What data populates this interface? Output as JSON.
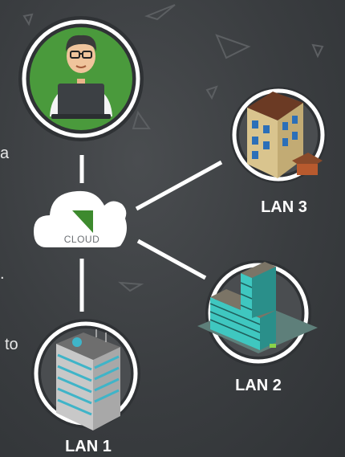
{
  "edge_text": [
    "a",
    ".",
    "to"
  ],
  "nodes": {
    "cloud": {
      "label": "CLOUD"
    },
    "lan3": {
      "label": "LAN 3"
    },
    "lan2": {
      "label": "LAN 2"
    },
    "lan1": {
      "label": "LAN 1"
    }
  },
  "colors": {
    "background": "#3a3d40",
    "user_circle": "#4a9a3c",
    "ring": "#ffffff",
    "cloud_accent": "#3d8a2e"
  },
  "icons": [
    "user-avatar-icon",
    "cloud-icon",
    "building-icon",
    "office-tower-icon"
  ]
}
